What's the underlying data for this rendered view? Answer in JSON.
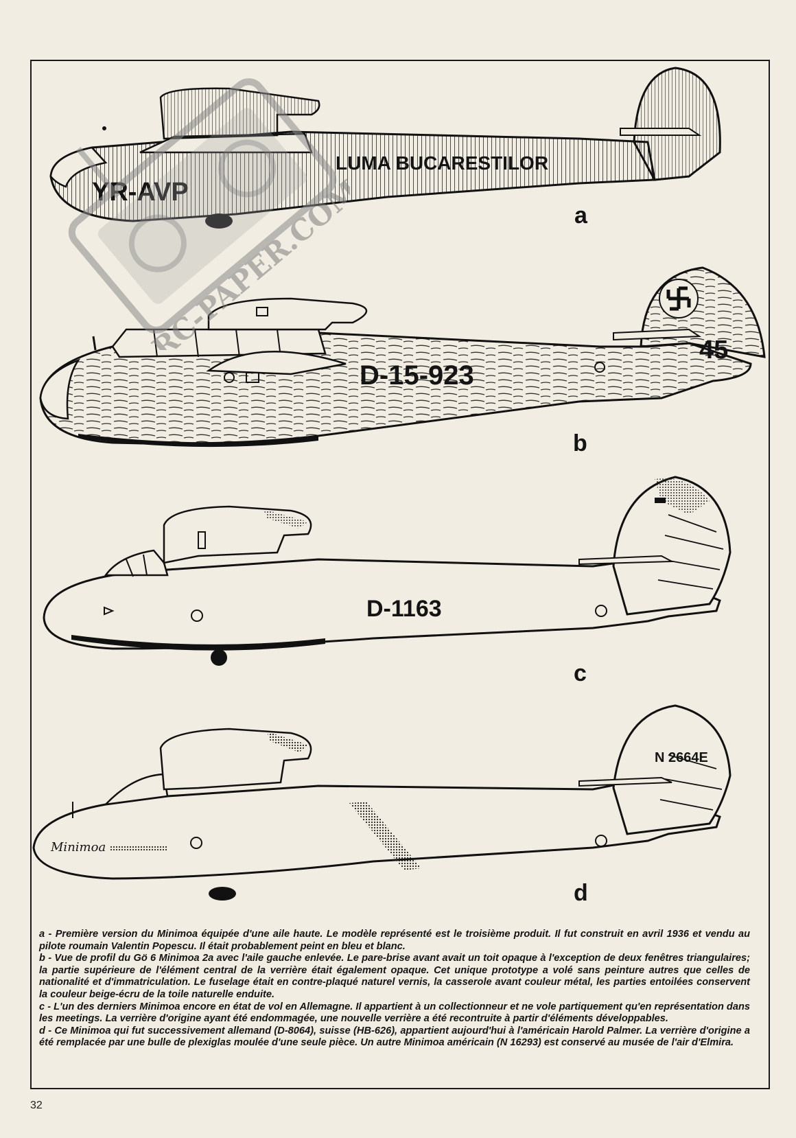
{
  "figures": [
    {
      "label": "a",
      "registration": "YR-AVP",
      "fuselage_text": "LUMA BUCARESTILOR"
    },
    {
      "label": "b",
      "registration": "D-15-923",
      "tail_number": "45"
    },
    {
      "label": "c",
      "registration": "D-1163"
    },
    {
      "label": "d",
      "tail_registration": "N 2664E",
      "nose_name": "Minimoa"
    }
  ],
  "watermark": {
    "text": "RC-PAPER.COM"
  },
  "caption": [
    "a - Première version du Minimoa équipée d'une aile haute. Le modèle représenté est le troisième produit. Il fut construit en avril 1936 et vendu au pilote roumain Valentin Popescu. Il était probablement peint en bleu et blanc.",
    "b - Vue de profil du Gö 6 Minimoa 2a avec l'aile gauche enlevée. Le pare-brise avant avait un toit opaque à l'exception de deux fenêtres triangulaires; la partie supérieure de l'élément central de la verrière était également opaque. Cet unique prototype a volé sans peinture autres que celles de nationalité et d'immatriculation. Le fuselage était en contre-plaqué naturel vernis, la casserole avant couleur métal, les parties entoilées conservent la couleur beige-écru de la toile naturelle enduite.",
    "c - L'un des derniers Minimoa encore en état de vol en Allemagne. Il appartient à un collectionneur et ne vole partiquement qu'en représentation dans les meetings. La verrière d'origine ayant été endommagée, une nouvelle verrière a été recontruite à partir d'éléments développables.",
    "d - Ce Minimoa qui fut successivement allemand (D-8064), suisse (HB-626), appartient aujourd'hui à l'américain Harold Palmer. La verrière d'origine a été remplacée par une bulle de plexiglas moulée d'une seule pièce. Un autre Minimoa américain (N 16293) est conservé au musée de l'air d'Elmira."
  ],
  "page_number": "32",
  "colors": {
    "paper": "#f2ede2",
    "ink": "#141414",
    "watermark": "#8c8c8c"
  }
}
